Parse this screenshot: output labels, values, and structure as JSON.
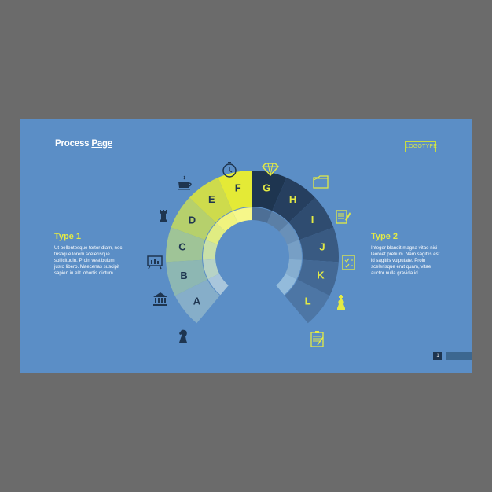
{
  "header": {
    "title_part1": "Process",
    "title_part2": "Page",
    "logotype": "LOGOTYPE"
  },
  "left_block": {
    "title": "Type 1",
    "lines": [
      "Ut pellentesque tortor diam, nec",
      "tristique lorem scelerisque",
      "sollicitudin. Proin vestibulum",
      "justo libero. Maecenas suscipit",
      "sapien in elit lobortis dictum."
    ]
  },
  "right_block": {
    "title": "Type 2",
    "lines": [
      "Integer blandit magna vitae nisi",
      "laoreet pretium. Nam sagittis est",
      "id sagittis vulputate. Proin",
      "scelerisque erat quam, vitae",
      "auctor nulla gravida id."
    ]
  },
  "footer": {
    "page_number": "1"
  },
  "colors": {
    "background": "#5b8ec6",
    "accent_yellow": "#e3ea45",
    "dark_navy": "#1e3550"
  },
  "segments": [
    {
      "label": "A",
      "color": "#86aec9",
      "label_color": "#1e3550"
    },
    {
      "label": "B",
      "color": "#8db7b3",
      "label_color": "#1e3550"
    },
    {
      "label": "C",
      "color": "#9fc497",
      "label_color": "#1e3550"
    },
    {
      "label": "D",
      "color": "#b6d06c",
      "label_color": "#1e3550"
    },
    {
      "label": "E",
      "color": "#cedb4c",
      "label_color": "#1e3550"
    },
    {
      "label": "F",
      "color": "#e4ea36",
      "label_color": "#1e3550"
    },
    {
      "label": "G",
      "color": "#1e3550",
      "label_color": "#e3ea45"
    },
    {
      "label": "H",
      "color": "#263f5f",
      "label_color": "#e3ea45"
    },
    {
      "label": "I",
      "color": "#2f4c70",
      "label_color": "#e3ea45"
    },
    {
      "label": "J",
      "color": "#395a82",
      "label_color": "#e3ea45"
    },
    {
      "label": "K",
      "color": "#436894",
      "label_color": "#e3ea45"
    },
    {
      "label": "L",
      "color": "#4d76a5",
      "label_color": "#e3ea45"
    }
  ],
  "icons": [
    {
      "name": "chess-knight-icon",
      "color": "#1e3550"
    },
    {
      "name": "bank-icon",
      "color": "#1e3550"
    },
    {
      "name": "presentation-icon",
      "color": "#1e3550"
    },
    {
      "name": "chess-rook-icon",
      "color": "#1e3550"
    },
    {
      "name": "coffee-cup-icon",
      "color": "#1e3550"
    },
    {
      "name": "stopwatch-icon",
      "color": "#1e3550"
    },
    {
      "name": "diamond-icon",
      "color": "#e3ea45"
    },
    {
      "name": "folder-icon",
      "color": "#e3ea45"
    },
    {
      "name": "document-pen-icon",
      "color": "#e3ea45"
    },
    {
      "name": "document-check-icon",
      "color": "#e3ea45"
    },
    {
      "name": "chess-king-icon",
      "color": "#e3ea45"
    },
    {
      "name": "clipboard-icon",
      "color": "#e3ea45"
    }
  ]
}
